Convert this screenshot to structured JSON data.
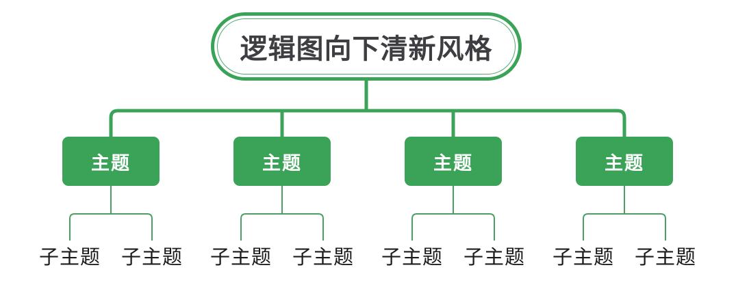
{
  "diagram": {
    "type": "mind-map",
    "orientation": "logic-chart-downward",
    "style_name": "fresh-green",
    "colors": {
      "accent_green": "#3aa357",
      "inner_border_green": "#4faa6b",
      "leaf_connector_green": "#4c9e63",
      "root_text": "#3e3e42",
      "topic_text": "#ffffff",
      "leaf_text": "#1c1c1c",
      "background": "#ffffff"
    },
    "root": {
      "label": "逻辑图向下清新风格"
    },
    "topics": [
      {
        "label": "主题",
        "children": [
          {
            "label": "子主题"
          },
          {
            "label": "子主题"
          }
        ]
      },
      {
        "label": "主题",
        "children": [
          {
            "label": "子主题"
          },
          {
            "label": "子主题"
          }
        ]
      },
      {
        "label": "主题",
        "children": [
          {
            "label": "子主题"
          },
          {
            "label": "子主题"
          }
        ]
      },
      {
        "label": "主题",
        "children": [
          {
            "label": "子主题"
          },
          {
            "label": "子主题"
          }
        ]
      }
    ]
  }
}
